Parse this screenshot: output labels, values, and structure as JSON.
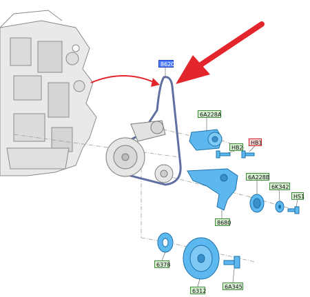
{
  "colors": {
    "part_fill": "#5db8f0",
    "part_stroke": "#1c6fa8",
    "engine_fill": "#e9e9e9",
    "engine_stroke": "#8a8a8a",
    "belt": "#5f6fa0",
    "arrow": "#e3262b",
    "tag_green": "#d8efd2",
    "tag_blue": "#4b7bff",
    "tag_red": "#ffd2d2"
  },
  "labels": {
    "belt": "8620",
    "tensioner": "6A228A",
    "bolt_hb2": "HB2",
    "bolt_hb1": "HB1",
    "idler": "6A228B",
    "washer": "6K342",
    "bolt_hs1": "HS1",
    "bracket": "8680",
    "spacer": "6378",
    "pulley": "6312",
    "pulley_bolt": "6A345"
  }
}
